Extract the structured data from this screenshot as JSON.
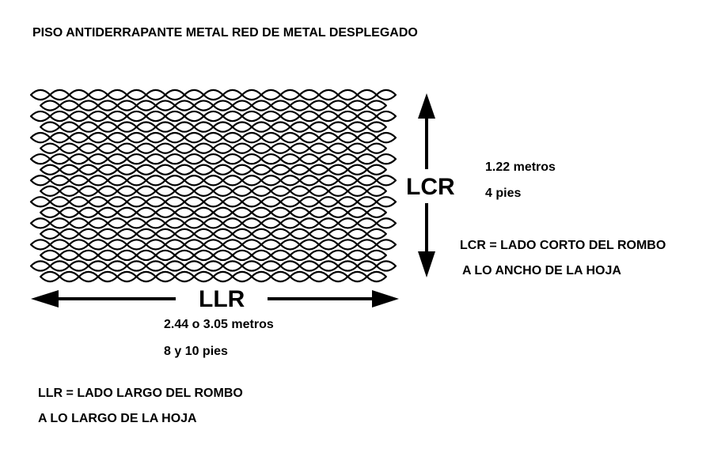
{
  "title": "PISO ANTIDERRAPANTE METAL RED DE METAL DESPLEGADO",
  "lcr": {
    "label": "LCR",
    "meters": "1.22 metros",
    "feet": "4 pies",
    "definition_line1": "LCR = LADO CORTO DEL ROMBO",
    "definition_line2": "A LO ANCHO DE LA HOJA"
  },
  "llr": {
    "label": "LLR",
    "meters": "2.44 o 3.05 metros",
    "feet": "8 y 10 pies",
    "definition_line1": "LLR = LADO LARGO DEL ROMBO",
    "definition_line2": "A LO LARGO DE LA HOJA"
  },
  "colors": {
    "ink": "#000000",
    "background": "#ffffff"
  }
}
